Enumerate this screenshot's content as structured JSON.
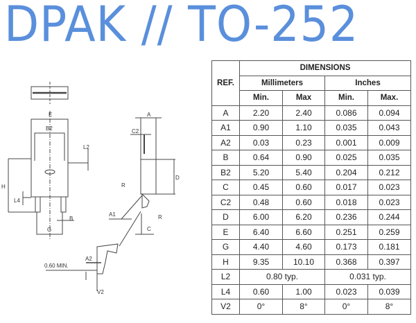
{
  "title": "DPAK // TO-252",
  "drawing_labels": {
    "E": "E",
    "B2": "B2",
    "L2": "L2",
    "H": "H",
    "L4": "L4",
    "B": "B",
    "G": "G",
    "A": "A",
    "C2": "C2",
    "D": "D",
    "R1": "R",
    "R2": "R",
    "A1": "A1",
    "C": "C",
    "A2": "A2",
    "min": "0.60 MIN.",
    "V2": "V2"
  },
  "table": {
    "ref_header": "REF.",
    "dimensions_header": "DIMENSIONS",
    "mm_header": "Millimeters",
    "in_header": "Inches",
    "sub_headers": [
      "Min.",
      "Max",
      "Min.",
      "Max."
    ],
    "rows": [
      {
        "ref": "A",
        "v": [
          "2.20",
          "2.40",
          "0.086",
          "0.094"
        ]
      },
      {
        "ref": "A1",
        "v": [
          "0.90",
          "1.10",
          "0.035",
          "0.043"
        ]
      },
      {
        "ref": "A2",
        "v": [
          "0.03",
          "0.23",
          "0.001",
          "0.009"
        ]
      },
      {
        "ref": "B",
        "v": [
          "0.64",
          "0.90",
          "0.025",
          "0.035"
        ]
      },
      {
        "ref": "B2",
        "v": [
          "5.20",
          "5.40",
          "0.204",
          "0.212"
        ]
      },
      {
        "ref": "C",
        "v": [
          "0.45",
          "0.60",
          "0.017",
          "0.023"
        ]
      },
      {
        "ref": "C2",
        "v": [
          "0.48",
          "0.60",
          "0.018",
          "0.023"
        ]
      },
      {
        "ref": "D",
        "v": [
          "6.00",
          "6.20",
          "0.236",
          "0.244"
        ]
      },
      {
        "ref": "E",
        "v": [
          "6.40",
          "6.60",
          "0.251",
          "0.259"
        ]
      },
      {
        "ref": "G",
        "v": [
          "4.40",
          "4.60",
          "0.173",
          "0.181"
        ]
      },
      {
        "ref": "H",
        "v": [
          "9.35",
          "10.10",
          "0.368",
          "0.397"
        ]
      },
      {
        "ref": "L2",
        "typ": [
          "0.80 typ.",
          "0.031 typ."
        ]
      },
      {
        "ref": "L4",
        "v": [
          "0.60",
          "1.00",
          "0.023",
          "0.039"
        ]
      },
      {
        "ref": "V2",
        "v": [
          "0°",
          "8°",
          "0°",
          "8°"
        ]
      }
    ]
  }
}
